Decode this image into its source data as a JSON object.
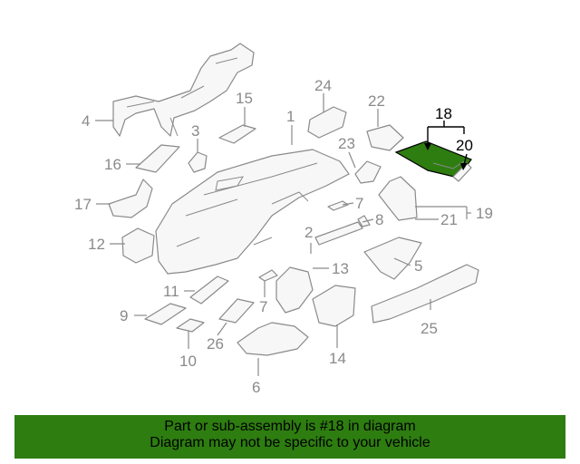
{
  "callouts": {
    "c1": "1",
    "c2": "2",
    "c3": "3",
    "c4": "4",
    "c5": "5",
    "c6": "6",
    "c7a": "7",
    "c7b": "7",
    "c8": "8",
    "c9": "9",
    "c10": "10",
    "c11": "11",
    "c12": "12",
    "c13": "13",
    "c14": "14",
    "c15": "15",
    "c16": "16",
    "c17": "17",
    "c18": "18",
    "c19": "19",
    "c20": "20",
    "c21": "21",
    "c22": "22",
    "c23": "23",
    "c24": "24",
    "c25": "25",
    "c26": "26"
  },
  "highlighted_part": "18",
  "highlight_color": "#2e7d10",
  "footer": {
    "line1": "Part or sub-assembly is #18 in diagram",
    "line2": "Diagram may not be specific to your vehicle"
  }
}
